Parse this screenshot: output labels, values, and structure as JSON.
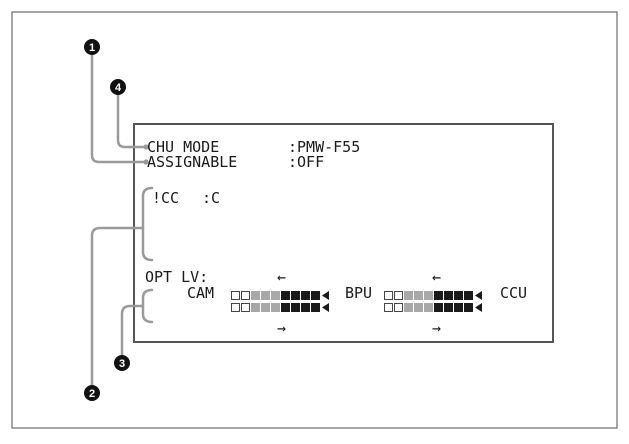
{
  "screen": {
    "chu_mode_label": "CHU MODE",
    "chu_mode_value": ":PMW-F55",
    "assignable_label": "ASSIGNABLE",
    "assignable_value": ":OFF",
    "icc_label": "!CC",
    "icc_value": ":C",
    "opt_lv_label": "OPT LV:",
    "cam_label": "CAM",
    "bpu_label": "BPU",
    "ccu_label": "CCU",
    "arrow_left": "←",
    "arrow_right": "→"
  },
  "meter": {
    "segments": [
      "empty",
      "empty",
      "light",
      "light",
      "light",
      "dark",
      "dark",
      "dark",
      "dark"
    ]
  },
  "callouts": [
    {
      "id": "1",
      "label": "1"
    },
    {
      "id": "2",
      "label": "2"
    },
    {
      "id": "3",
      "label": "3"
    },
    {
      "id": "4",
      "label": "4"
    }
  ],
  "colors": {
    "frame": "#555555",
    "leader": "#9a9a9a",
    "text": "#1a1a1a",
    "seg_light": "#a8a8a8",
    "seg_dark": "#1a1a1a",
    "callout": "#111111"
  }
}
